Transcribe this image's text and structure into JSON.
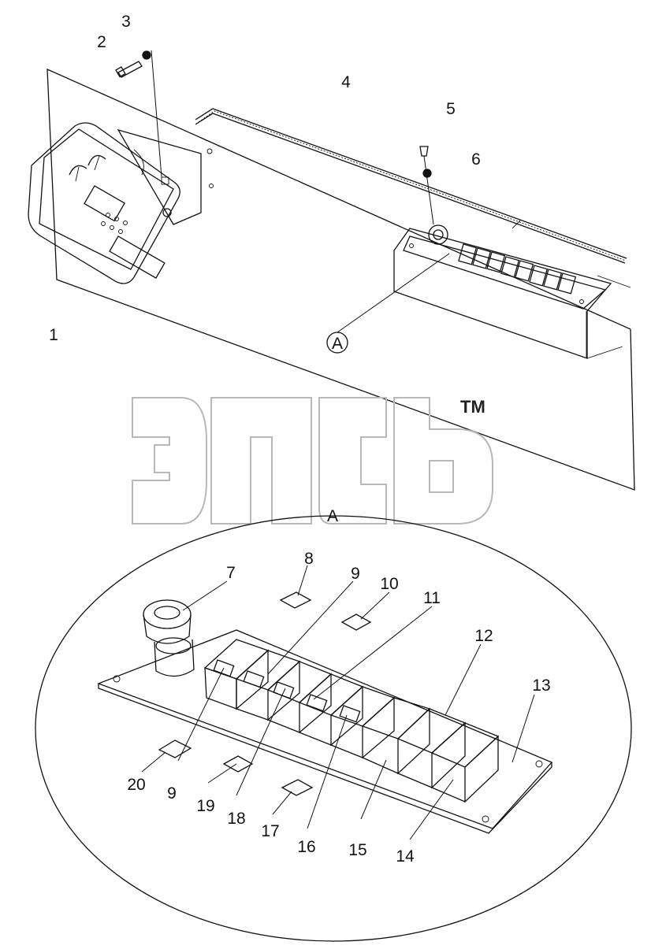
{
  "diagram": {
    "watermark": {
      "text": "ЭПСЬ",
      "trademark": "TM"
    },
    "view_marker": "A",
    "detail_title": "A",
    "callouts": [
      "1",
      "2",
      "3",
      "4",
      "5",
      "6",
      "7",
      "8",
      "9",
      "10",
      "11",
      "12",
      "13",
      "14",
      "15",
      "16",
      "17",
      "18",
      "19",
      "20"
    ],
    "callout_9_second": "9"
  },
  "colors": {
    "line": "#111111",
    "watermark": "#b8b8b8",
    "background": "#ffffff"
  }
}
